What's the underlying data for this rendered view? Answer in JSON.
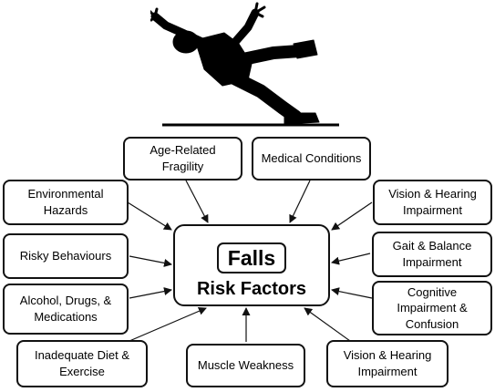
{
  "center": {
    "title": "Falls",
    "subtitle": "Risk Factors"
  },
  "factors": {
    "age_related_fragility": "Age-Related Fragility",
    "medical_conditions": "Medical Conditions",
    "environmental_hazards": "Environmental\nHazards",
    "vision_hearing_top": "Vision & Hearing\nImpairment",
    "risky_behaviours": "Risky Behaviours",
    "gait_balance": "Gait & Balance\nImpairment",
    "alcohol_drugs": "Alcohol, Drugs, &\nMedications",
    "cognitive": "Cognitive\nImpairment &\nConfusion",
    "inadequate_diet": "Inadequate Diet &\nExercise",
    "muscle_weakness": "Muscle Weakness",
    "vision_hearing_bottom": "Vision & Hearing\nImpairment"
  },
  "illustration": "falling-person-silhouette"
}
